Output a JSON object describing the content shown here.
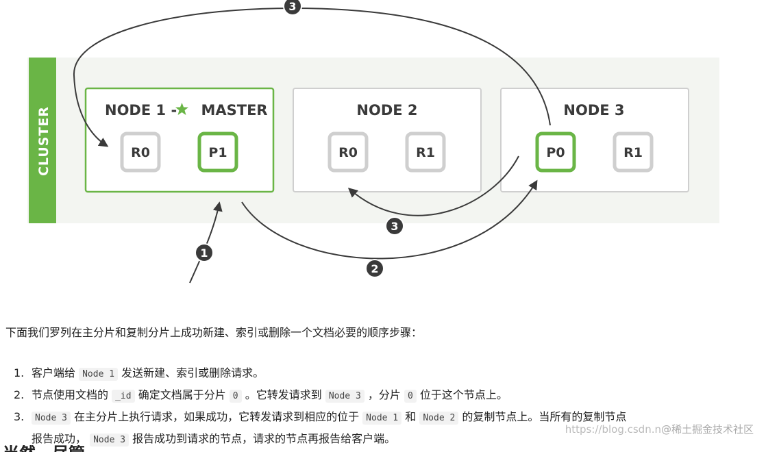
{
  "diagram": {
    "cluster_label": "CLUSTER",
    "colors": {
      "green": "#6ab546",
      "gray": "#cfcfcf",
      "dark": "#3a3a3a",
      "panel": "#f3f5f1"
    },
    "nodes": [
      {
        "title_prefix": "NODE 1 - ",
        "title_suffix": "MASTER",
        "star_icon": "star-icon",
        "is_master": true,
        "shards": [
          {
            "label": "R0",
            "primary": false
          },
          {
            "label": "P1",
            "primary": true
          }
        ]
      },
      {
        "title": "NODE 2",
        "shards": [
          {
            "label": "R0",
            "primary": false
          },
          {
            "label": "R1",
            "primary": false
          }
        ]
      },
      {
        "title": "NODE 3",
        "shards": [
          {
            "label": "P0",
            "primary": true
          },
          {
            "label": "R1",
            "primary": false
          }
        ]
      }
    ],
    "steps": {
      "one": "1",
      "two": "2",
      "three_top": "3",
      "three_bottom": "3"
    }
  },
  "article": {
    "intro": "下面我们罗列在主分片和复制分片上成功新建、索引或删除一个文档必要的顺序步骤：",
    "step1": {
      "num": "1.",
      "a": "客户端给",
      "code1": "Node 1",
      "b": "发送新建、索引或删除请求。"
    },
    "step2": {
      "num": "2.",
      "a": "节点使用文档的",
      "code1": "_id",
      "b": "确定文档属于分片",
      "code2": "0",
      "c": "。它转发请求到",
      "code3": "Node 3",
      "d": "，分片",
      "code4": "0",
      "e": "位于这个节点上。"
    },
    "step3": {
      "num": "3.",
      "code1": "Node 3",
      "a": "在主分片上执行请求，如果成功，它转发请求到相应的位于",
      "code2": "Node 1",
      "b": "和",
      "code3": "Node 2",
      "c": "的复制节点上。当所有的复制节点",
      "d": "报告成功，",
      "code4": "Node 3",
      "e": "报告成功到请求的节点，请求的节点再报告给客户端。"
    },
    "truncated_heading": "当然，尽管",
    "watermark_url": "https://blog.csdn.n",
    "watermark_brand": "@稀土掘金技术社区"
  }
}
